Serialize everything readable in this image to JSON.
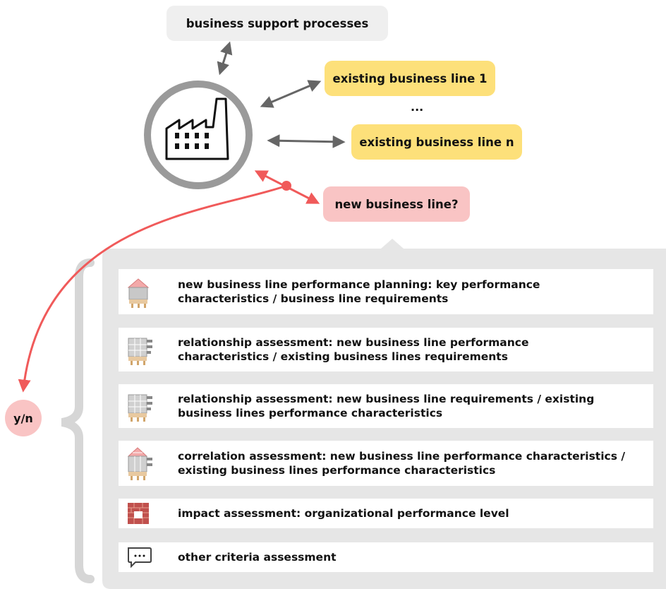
{
  "top": {
    "support": "business support processes",
    "existing_first": "existing business line 1",
    "ellipsis": "...",
    "existing_last": "existing business line n",
    "new_line": "new business line?"
  },
  "decision": "y/n",
  "criteria": [
    {
      "icon": "house-roof-icon",
      "text": "new business line performance planning: key performance\ncharacteristics / business line requirements"
    },
    {
      "icon": "house-grid-icon",
      "text": "relationship assessment: new business line performance\ncharacteristics / existing business lines requirements"
    },
    {
      "icon": "house-grid-icon",
      "text": "relationship assessment: new business line requirements / existing\nbusiness lines  performance characteristics"
    },
    {
      "icon": "house-correlation-icon",
      "text": "correlation assessment: new business line performance characteristics /\nexisting business lines  performance characteristics"
    },
    {
      "icon": "brick-wall-icon",
      "text": "impact assessment: organizational performance level"
    },
    {
      "icon": "speech-bubble-icon",
      "text": "other criteria assessment"
    }
  ],
  "colors": {
    "accent": "#f05a5a",
    "yellow": "#fde07a",
    "pink": "#f9c4c4",
    "gray": "#efefef"
  }
}
